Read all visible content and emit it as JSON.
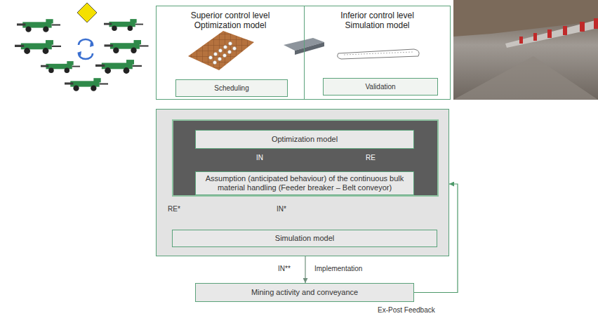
{
  "diagram": {
    "nodes": [
      {
        "text": [
          "Superior control level Optimization model"
        ]
      },
      {
        "text": [
          "Scheduling"
        ],
        "in": 0
      },
      {
        "text": [
          "Inferior control level Simulation model"
        ]
      },
      {
        "text": [
          "Validation"
        ],
        "in": 2
      },
      {
        "text": []
      },
      {
        "text": [],
        "in": 4
      },
      {
        "text": [
          "Optimization model"
        ],
        "in": 5
      },
      {
        "text": [
          "Assumption (anticipated behaviour) of the continuous bulk material handling (Feeder breaker – Belt conveyor)"
        ],
        "in": 5
      },
      {
        "text": [
          "Simulation model"
        ],
        "in": 4
      },
      {
        "text": [
          "Mining activity and conveyance"
        ]
      }
    ],
    "edges": [
      {
        "from": 6,
        "to": 7,
        "arrow": "to",
        "label": "IN"
      },
      {
        "from": 7,
        "to": 6,
        "arrow": "to",
        "label": "RE"
      },
      {
        "from": 5,
        "to": 8,
        "arrow": "to",
        "label": "IN*"
      },
      {
        "from": 8,
        "to": 5,
        "arrow": "to",
        "label": "RE*"
      },
      {
        "from": 4,
        "to": 9,
        "arrow": "to",
        "label": "IN**"
      },
      {
        "from": 9,
        "to": 4,
        "arrow": "to",
        "label": "Ex-Post Feedback"
      }
    ],
    "labels": [
      "Implementation"
    ]
  }
}
